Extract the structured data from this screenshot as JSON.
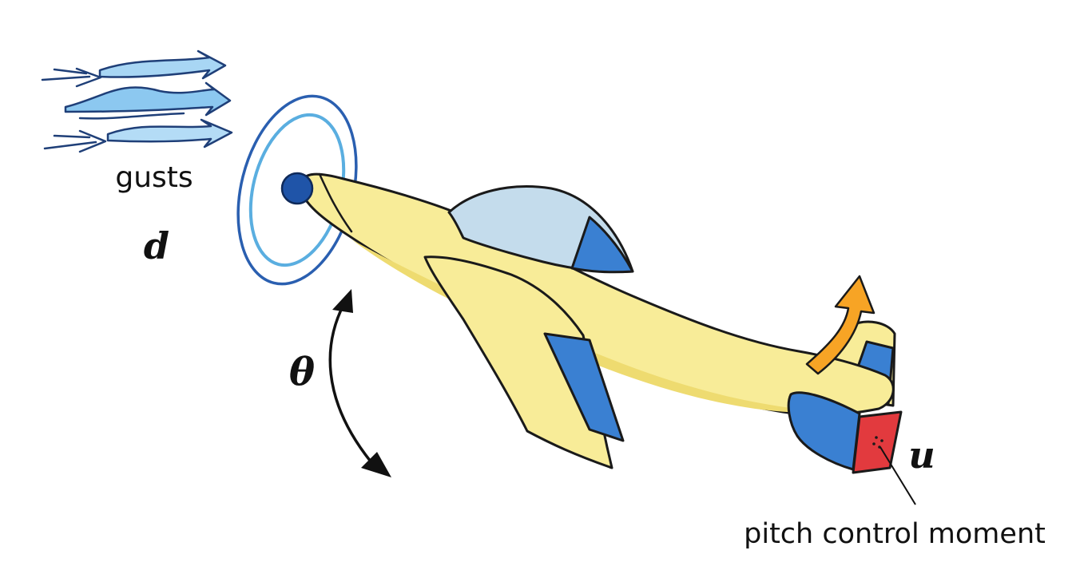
{
  "labels": {
    "gusts": "gusts",
    "disturbance_symbol": "d",
    "pitch_angle_symbol": "θ",
    "control_symbol": "u",
    "control_caption": "pitch control moment"
  },
  "colors": {
    "fuselage": "#f8ec98",
    "fuselage_shadow": "#eedb70",
    "outline": "#1a1a1a",
    "canopy": "#c4dcec",
    "accent_blue": "#3a80d2",
    "hub": "#1f54a8",
    "propeller_outer": "#2a5fb0",
    "propeller_inner": "#5aaee0",
    "gust_fill": "#9fd0f2",
    "elevator_red": "#e23a3e",
    "moment_arrow": "#f7a425",
    "pitch_arrow": "#111111"
  },
  "icons": {
    "airplane": "airplane-icon",
    "propeller": "propeller-icon",
    "gusts": "wind-gust-icon",
    "rotation": "curved-double-arrow-icon",
    "moment": "curved-arrow-up-icon"
  }
}
